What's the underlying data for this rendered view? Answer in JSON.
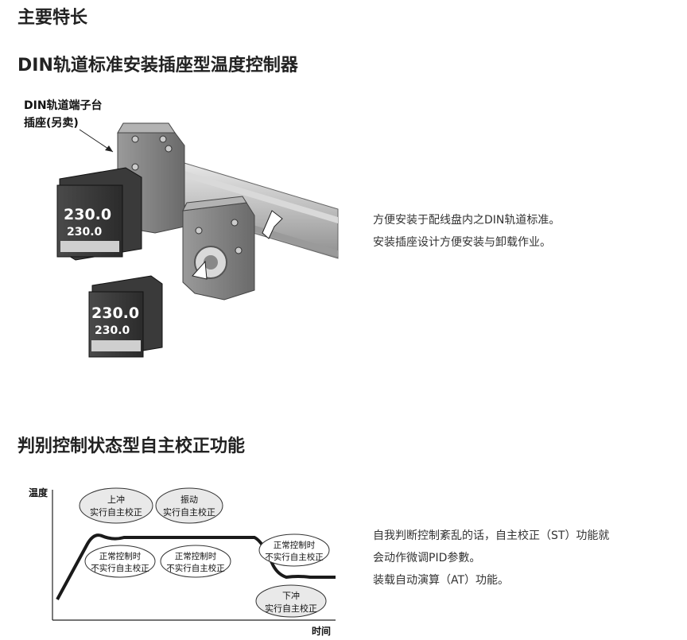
{
  "page": {
    "title": "主要特长"
  },
  "section1": {
    "heading": "DIN轨道标准安装插座型温度控制器",
    "callout_line1": "DIN轨道端子台",
    "callout_line2": "插座(另卖)",
    "controller_pv": "230.0",
    "controller_sv": "230.0",
    "desc_lines": [
      "方便安装于配线盘内之DIN轨道标准。",
      "安装插座设计方便安装与卸载作业。"
    ]
  },
  "section2": {
    "heading": "判别控制状态型自主校正功能",
    "y_axis_label": "温度",
    "x_axis_label": "时间",
    "bubbles": {
      "overshoot_l1": "上冲",
      "overshoot_l2": "实行自主校正",
      "oscillation_l1": "振动",
      "oscillation_l2": "实行自主校正",
      "normal1_l1": "正常控制时",
      "normal1_l2": "不实行自主校正",
      "normal2_l1": "正常控制时",
      "normal2_l2": "不实行自主校正",
      "normal3_l1": "正常控制时",
      "normal3_l2": "不实行自主校正",
      "undershoot_l1": "下冲",
      "undershoot_l2": "实行自主校正"
    },
    "desc_lines": [
      "自我判断控制紊乱的话，自主校正（ST）功能就",
      "会动作微调PID参數。",
      "装载自动演算（AT）功能。"
    ]
  }
}
